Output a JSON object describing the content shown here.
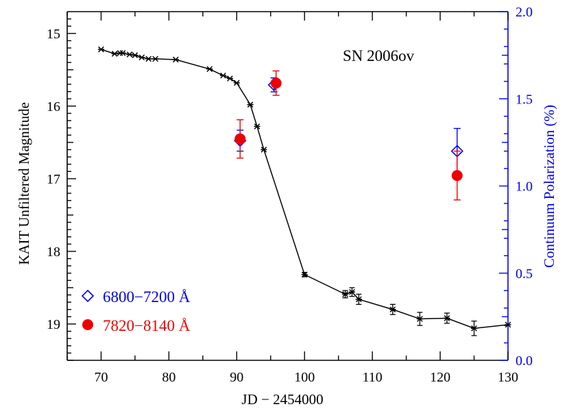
{
  "chart_data": {
    "type": "scatter",
    "annotation": "SN 2006ov",
    "xlabel": "JD − 2454000",
    "ylabel_left": "KAIT Unfiltered Magnitude",
    "ylabel_right": "Continuum Polarization (%)",
    "xlim": [
      65,
      130
    ],
    "ylim_left": [
      19.5,
      14.7
    ],
    "ylim_right": [
      0.0,
      2.0
    ],
    "x_ticks": [
      70,
      80,
      90,
      100,
      110,
      120,
      130
    ],
    "y_left_ticks": [
      15,
      16,
      17,
      18,
      19
    ],
    "y_right_ticks": [
      "0.0",
      "0.5",
      "1.0",
      "1.5",
      "2.0"
    ],
    "colors": {
      "axis": "#000000",
      "right_axis": "#0000ee",
      "blue_series": "#0000ee",
      "red_series": "#ee0000"
    },
    "series": [
      {
        "kind": "light_curve",
        "axis": "left",
        "x": [
          70.0,
          72.0,
          72.8,
          73.2,
          74.2,
          75.0,
          76.0,
          77.0,
          78.0,
          81.0,
          86.0,
          88.0,
          89.0,
          90.0,
          92.0,
          93.0,
          94.0,
          100.0,
          106.0,
          107.0,
          108.0,
          113.0,
          117.0,
          121.0,
          125.0,
          130.0
        ],
        "y": [
          15.22,
          15.28,
          15.27,
          15.27,
          15.29,
          15.3,
          15.33,
          15.35,
          15.35,
          15.36,
          15.49,
          15.58,
          15.62,
          15.68,
          15.98,
          16.28,
          16.6,
          18.32,
          18.59,
          18.56,
          18.66,
          18.8,
          18.93,
          18.92,
          19.06,
          19.01
        ],
        "err": [
          0.01,
          0.01,
          0.01,
          0.01,
          0.01,
          0.01,
          0.01,
          0.01,
          0.01,
          0.01,
          0.01,
          0.01,
          0.01,
          0.01,
          0.01,
          0.01,
          0.01,
          0.03,
          0.05,
          0.06,
          0.07,
          0.07,
          0.09,
          0.07,
          0.1,
          0.0
        ]
      },
      {
        "name": "6800−7200 Å",
        "axis": "right",
        "marker": "diamond",
        "x": [
          90.5,
          95.5,
          122.5
        ],
        "y": [
          1.26,
          1.58,
          1.2
        ],
        "err": [
          0.06,
          0.04,
          0.13
        ]
      },
      {
        "name": "7820−8140 Å",
        "axis": "right",
        "marker": "circle",
        "x": [
          90.5,
          95.8,
          122.5
        ],
        "y": [
          1.27,
          1.59,
          1.06
        ],
        "err": [
          0.11,
          0.07,
          0.14
        ]
      }
    ],
    "legend_placement": "bottom-left"
  }
}
